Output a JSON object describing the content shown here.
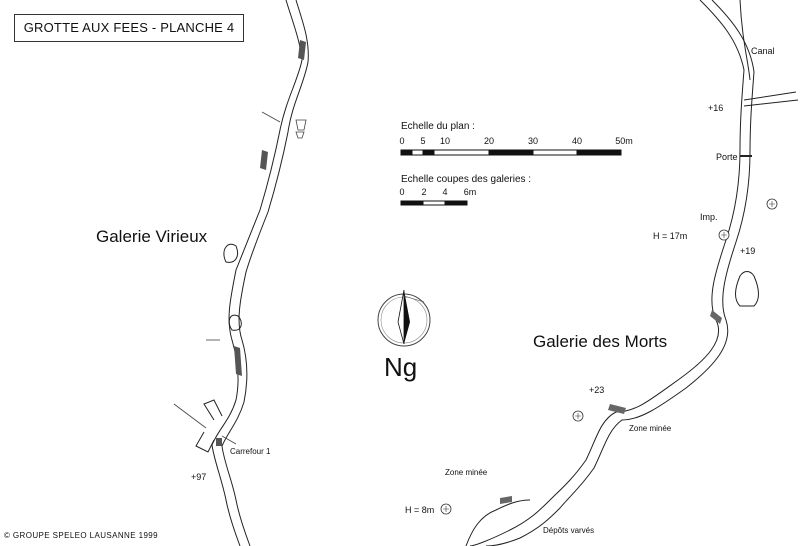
{
  "title": "GROTTE AUX FEES - PLANCHE 4",
  "credit": "©  GROUPE SPELEO LAUSANNE 1999",
  "north_label": "Ng",
  "scales": {
    "plan": {
      "title": "Echelle du plan  :",
      "ticks": [
        "0",
        "5",
        "10",
        "20",
        "30",
        "40",
        "50m"
      ]
    },
    "sections": {
      "title": "Echelle coupes des galeries  :",
      "ticks": [
        "0",
        "2",
        "4",
        "6m"
      ]
    }
  },
  "galleries": {
    "virieux": "Galerie Virieux",
    "morts": "Galerie des Morts"
  },
  "labels": {
    "canal": "Canal",
    "plus16": "+16",
    "porte": "Porte",
    "imp": "Imp.",
    "h17": "H = 17m",
    "plus19": "+19",
    "plus23": "+23",
    "zone_minee_1": "Zone minée",
    "zone_minee_2": "Zone minée",
    "h8": "H = 8m",
    "depots": "Dépôts varvés",
    "carrefour": "Carrefour 1",
    "plus97": "+97"
  }
}
